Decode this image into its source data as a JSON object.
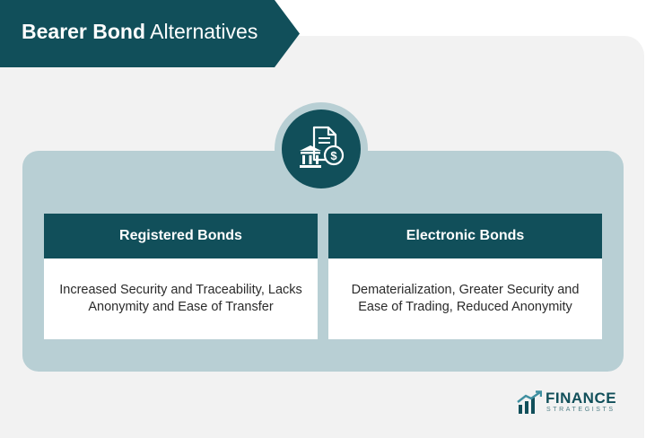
{
  "header": {
    "title_bold": "Bearer Bond",
    "title_regular": "Alternatives"
  },
  "icon": "bank-document-dollar-icon",
  "cards": [
    {
      "title": "Registered Bonds",
      "description": "Increased Security and Traceability, Lacks Anonymity and Ease of Transfer"
    },
    {
      "title": "Electronic Bonds",
      "description": "Dematerialization, Greater Security and Ease of Trading, Reduced Anonymity"
    }
  ],
  "brand": {
    "name": "FINANCE",
    "tagline": "STRATEGISTS"
  },
  "colors": {
    "primary": "#114f5a",
    "light": "#b8cfd4",
    "panel": "#f2f2f2"
  }
}
